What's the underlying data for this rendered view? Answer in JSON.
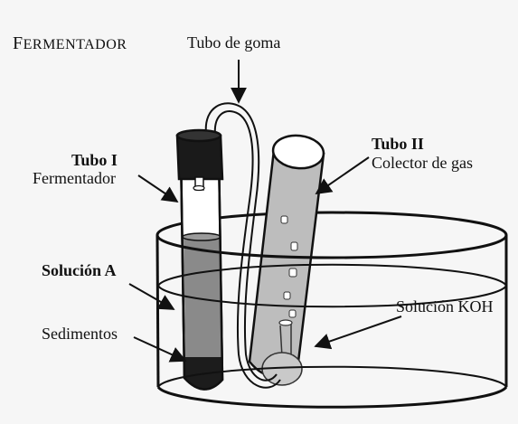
{
  "title": {
    "first": "F",
    "rest": "ERMENTADOR"
  },
  "labels": {
    "hose": "Tubo de goma",
    "tube1_title": "Tubo I",
    "tube1_sub": "Fermentador",
    "tube2_title": "Tubo II",
    "tube2_sub": "Colector de gas",
    "solution_a": "Solución A",
    "sediments": "Sedimentos",
    "koh": "Solución KOH"
  },
  "colors": {
    "background": "#f6f6f6",
    "stopper": "#1a1a1a",
    "solution_a": "#8a8a8a",
    "sediment": "#1c1c1c",
    "collector": "#bdbdbd",
    "outline": "#111111"
  }
}
